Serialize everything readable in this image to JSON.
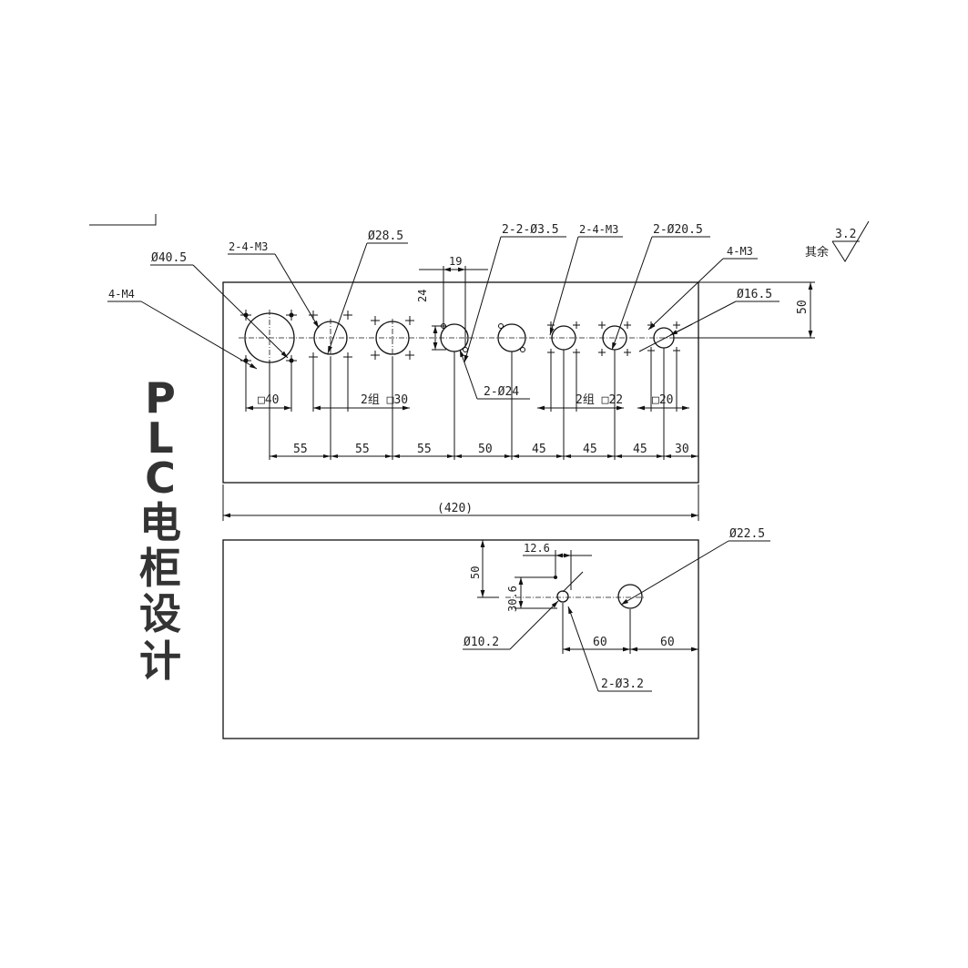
{
  "title_block": {
    "vertical_title": "PLC电柜设计"
  },
  "surface_finish": {
    "note": "其余",
    "value": "3.2"
  },
  "front_panel": {
    "overall_width_label": "(420)",
    "height_label": "50",
    "vertical_offset_label": "24",
    "top_offset_label": "19",
    "callouts": {
      "m4": "4-M4",
      "d40_5": "Ø40.5",
      "m3_a": "2-4-M3",
      "d28_5": "Ø28.5",
      "d3_5": "2-2-Ø3.5",
      "m3_b": "2-4-M3",
      "d20_5": "2-Ø20.5",
      "m3_c": "4-M3",
      "d16_5": "Ø16.5",
      "d24": "2-Ø24"
    },
    "square_labels": [
      "□40",
      "2组 □30",
      "2组 □22",
      "□20"
    ],
    "spacing_labels": [
      "55",
      "55",
      "55",
      "50",
      "45",
      "45",
      "45",
      "30"
    ]
  },
  "side_panel": {
    "callouts": {
      "d22_5": "Ø22.5",
      "d10_2": "Ø10.2",
      "d3_2": "2-Ø3.2"
    },
    "dims": {
      "width_12_6": "12.6",
      "height_50": "50",
      "height_30_6": "30.6",
      "spacing_1": "60",
      "spacing_2": "60"
    }
  }
}
